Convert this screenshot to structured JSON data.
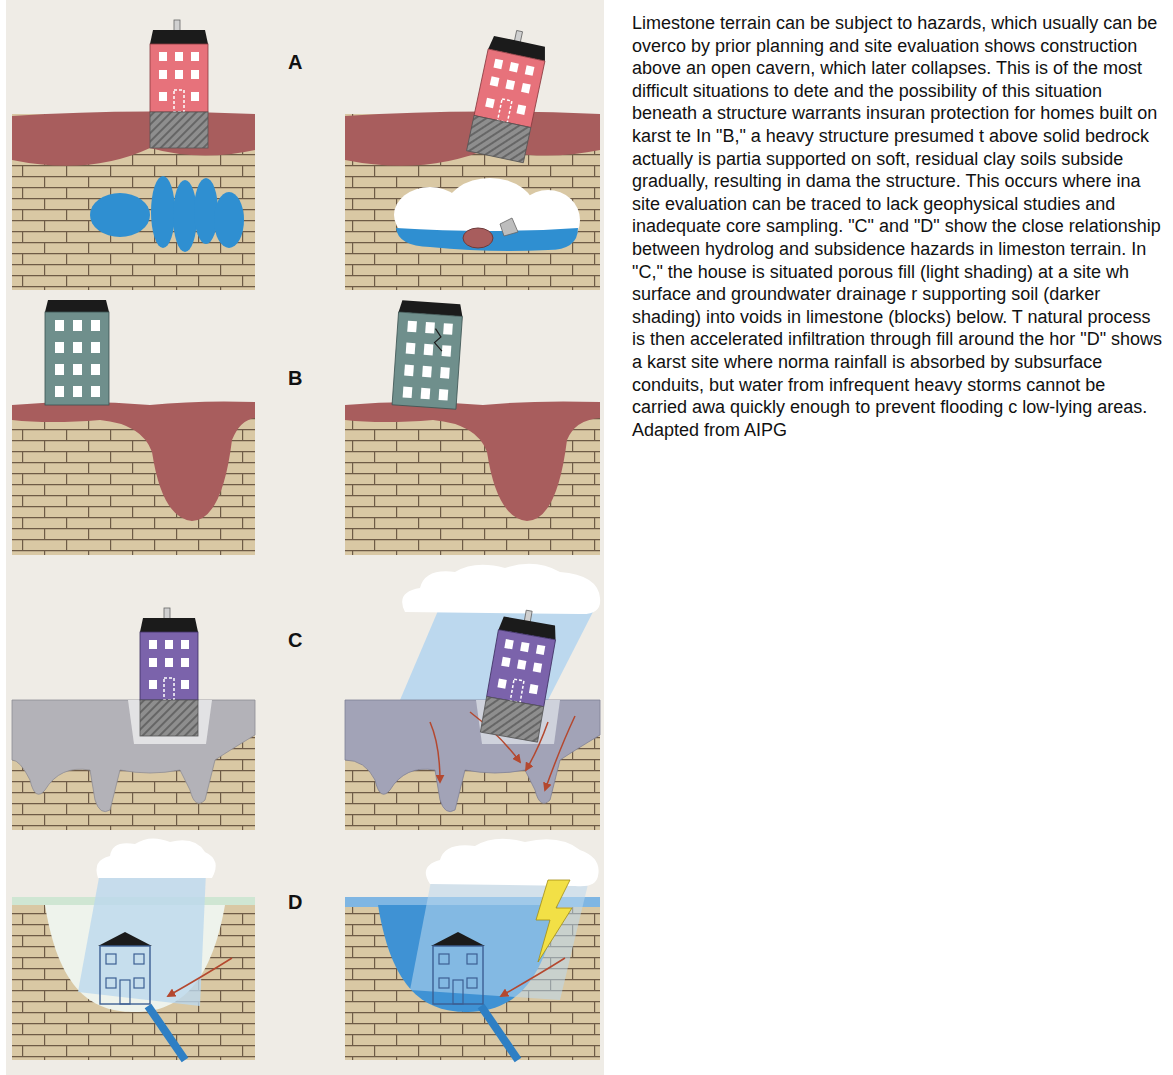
{
  "diagram": {
    "caption": "Limestone terrain can be subject to hazards, which usually can be overco by prior planning and site evaluation shows construction above an open cavern, which later collapses. This is of the most difficult situations to dete and the possibility of this situation beneath a structure warrants insuran protection for homes built on karst te In \"B,\" a heavy structure presumed t above solid bedrock actually is partia supported on soft, residual clay soils subside gradually, resulting in dama the structure. This occurs where ina site evaluation can be traced to lack geophysical studies and inadequate core sampling. \"C\" and \"D\" show the close relationship between hydrolog and subsidence hazards in limeston terrain. In \"C,\" the house is situated porous fill (light shading) at a site wh surface and groundwater drainage r supporting soil (darker shading) into voids in limestone (blocks) below. T natural process is then accelerated infiltration through fill around the hor \"D\" shows a karst site where norma rainfall is absorbed by subsurface conduits, but water from infrequent heavy storms cannot be carried awa quickly enough to prevent flooding c low-lying areas. Adapted from AIPG",
    "labels": [
      "A",
      "B",
      "C",
      "D"
    ]
  }
}
